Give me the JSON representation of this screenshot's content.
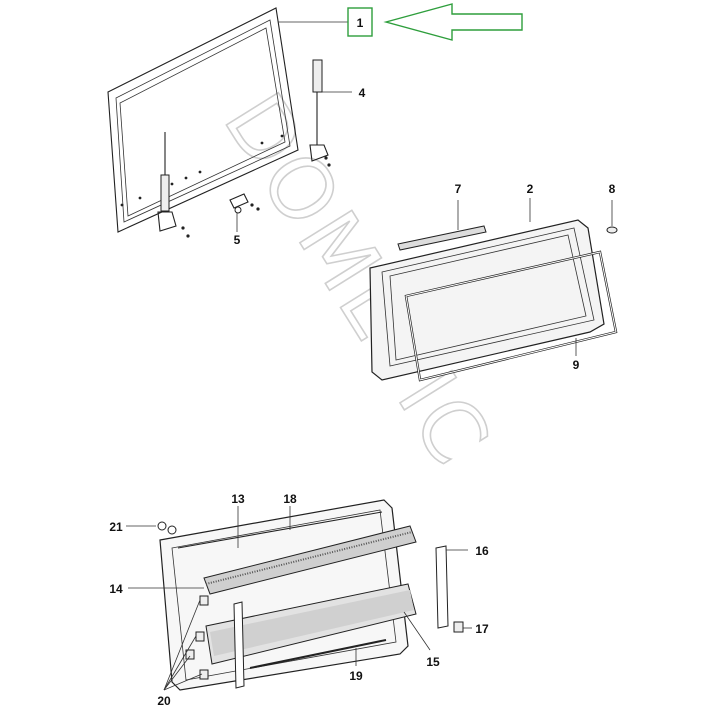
{
  "watermark": "DOMETIC",
  "highlight_color": "#2e9e3c",
  "callouts": {
    "p1": "1",
    "p2": "2",
    "p4": "4",
    "p5": "5",
    "p7": "7",
    "p8": "8",
    "p9": "9",
    "p13": "13",
    "p14": "14",
    "p15": "15",
    "p16": "16",
    "p17": "17",
    "p18": "18",
    "p19": "19",
    "p20": "20",
    "p21": "21"
  }
}
